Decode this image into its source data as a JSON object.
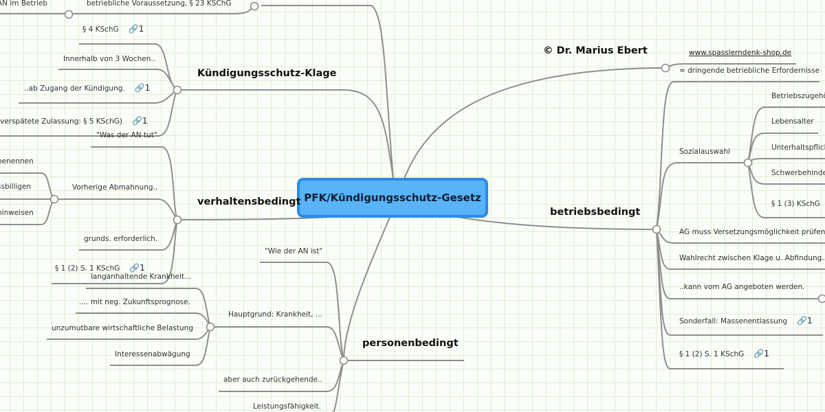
{
  "center": "PFK/Kündigungsschutz-Gesetz",
  "top": {
    "label": "betriebliche Voraussetzung, § 23 KSChG",
    "child": "AN im Betrieb"
  },
  "klage": {
    "label": "Kündigungsschutz-Klage",
    "children": [
      {
        "text": "§ 4 KSchG",
        "link": "1"
      },
      {
        "text": "Innerhalb von 3 Wochen.."
      },
      {
        "text": "..ab Zugang der Kündigung.",
        "link": "1"
      },
      {
        "text": "(verspätete Zulassung: § 5 KSchG)",
        "link": "1"
      }
    ]
  },
  "verhalten": {
    "label": "verhaltensbedingt",
    "children": [
      {
        "text": "\"Was der AN tut\""
      },
      {
        "text": "Vorherige Abmahnung..",
        "sub": [
          "benennen",
          "ssbilligen",
          "hinweisen"
        ]
      },
      {
        "text": "grunds. erforderlich."
      },
      {
        "text": "§ 1 (2) S. 1 KSchG",
        "link": "1"
      }
    ]
  },
  "person": {
    "label": "personenbedingt",
    "children": [
      {
        "text": "\"Wie der AN ist\""
      },
      {
        "text": "Hauptgrund: Krankheit, ...",
        "sub": [
          "langanhaltende Krankheit...",
          ".... mit neg. Zukunftsprognose.",
          "unzumutbare wirtschaftliche Belastung",
          "Interessenabwägung"
        ]
      },
      {
        "text": "aber auch zurückgehende.."
      },
      {
        "text": "Leistungsfähigkeit."
      }
    ]
  },
  "author": {
    "label": "© Dr. Marius Ebert",
    "children": [
      {
        "text": "www.spasslerndenk-shop.de"
      },
      {
        "text": "= dringende betriebliche Erfordernisse"
      }
    ]
  },
  "betrieb": {
    "label": "betriebsbedingt",
    "children": [
      {
        "text": "Sozialauswahl",
        "sub": [
          "Betriebszugehö",
          "Lebensalter",
          "Unterhaltspflich",
          "Schwerbehinde",
          "§ 1 (3) KSchG"
        ]
      },
      {
        "text": "AG muss Versetzungsmöglichkeit prüfen"
      },
      {
        "text": "Wahlrecht zwischen Klage u. Abfindung.."
      },
      {
        "text": "..kann  vom AG angeboten werden."
      },
      {
        "text": "Sonderfall: Massenentlassung",
        "link": "1"
      },
      {
        "text": "§ 1 (2) S. 1 KSchG",
        "link": "1"
      }
    ]
  }
}
